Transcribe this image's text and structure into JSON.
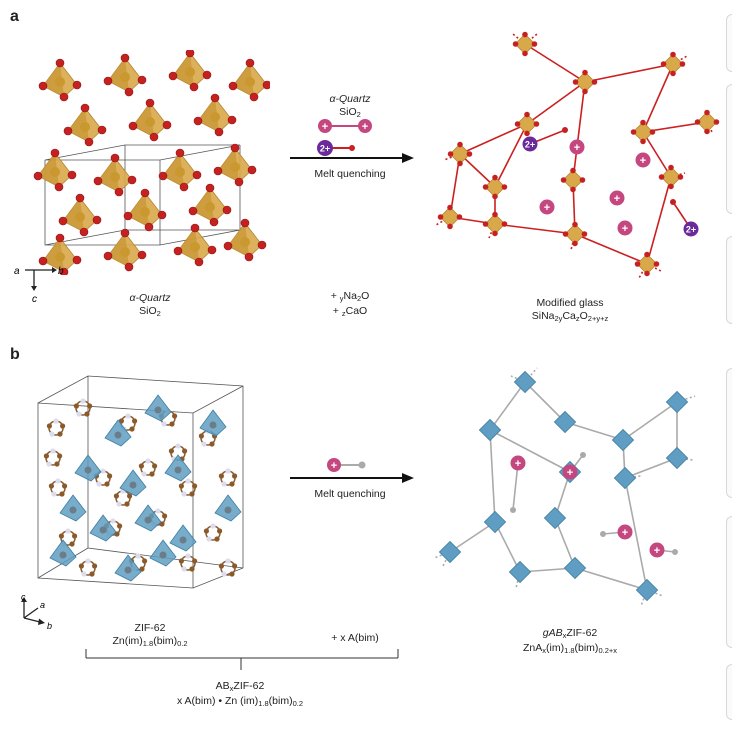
{
  "panel_a": {
    "letter": "a",
    "axes": {
      "a": "a",
      "b": "b",
      "c": "c"
    },
    "left_label": {
      "line1": "α-Quartz",
      "line2": "SiO",
      "line2_sub": "2"
    },
    "center_top": {
      "line1": "α-Quartz",
      "line2": "SiO",
      "line2_sub": "2"
    },
    "arrow_label": "Melt quenching",
    "additives": {
      "l1_pre": "+ ",
      "l1_sub": "y",
      "l1_post": "Na",
      "l1_sub2": "2",
      "l1_end": "O",
      "l2_pre": "+ ",
      "l2_sub": "z",
      "l2_post": "CaO"
    },
    "right_label": {
      "line1": "Modified glass",
      "line2_pre": "SiNa",
      "line2_s1": "2y",
      "line2_mid": "Ca",
      "line2_s2": "z",
      "line2_o": "O",
      "line2_s3": "2+y+z"
    },
    "ion_plus": "+",
    "ion_2plus": "2+"
  },
  "panel_b": {
    "letter": "b",
    "axes": {
      "a": "a",
      "b": "b",
      "c": "c"
    },
    "left_label": {
      "line1": "ZIF-62",
      "line2_pre": "Zn(im)",
      "line2_s1": "1.8",
      "line2_mid": "(bim)",
      "line2_s2": "0.2"
    },
    "right_add": "+ x A(bim)",
    "arrow_label": "Melt quenching",
    "ion_plus": "+",
    "right_label": {
      "line1_pre": "gAB",
      "line1_sub": "x",
      "line1_post": "ZIF-62",
      "line2_pre": "ZnA",
      "line2_s1": "x",
      "line2_mid": "(im)",
      "line2_s2": "1.8",
      "line2_mid2": "(bim)",
      "line2_s3": "0.2+x"
    },
    "bottom_label": {
      "line1_pre": "AB",
      "line1_sub": "x",
      "line1_post": "ZIF-62",
      "line2_pre": "x A(bim) • Zn (im)",
      "line2_s1": "1.8",
      "line2_mid": "(bim)",
      "line2_s2": "0.2"
    }
  },
  "colors": {
    "silica_tetra": "#d9a84a",
    "silica_link": "#cc1f1f",
    "oxygen": "#c62121",
    "zn_tetra": "#5f9ec2",
    "zif_link": "#aaaaaa",
    "cation_plus": "#c4477f",
    "cation_2plus": "#6a2a9c",
    "carbon": "#8b5a2b"
  }
}
